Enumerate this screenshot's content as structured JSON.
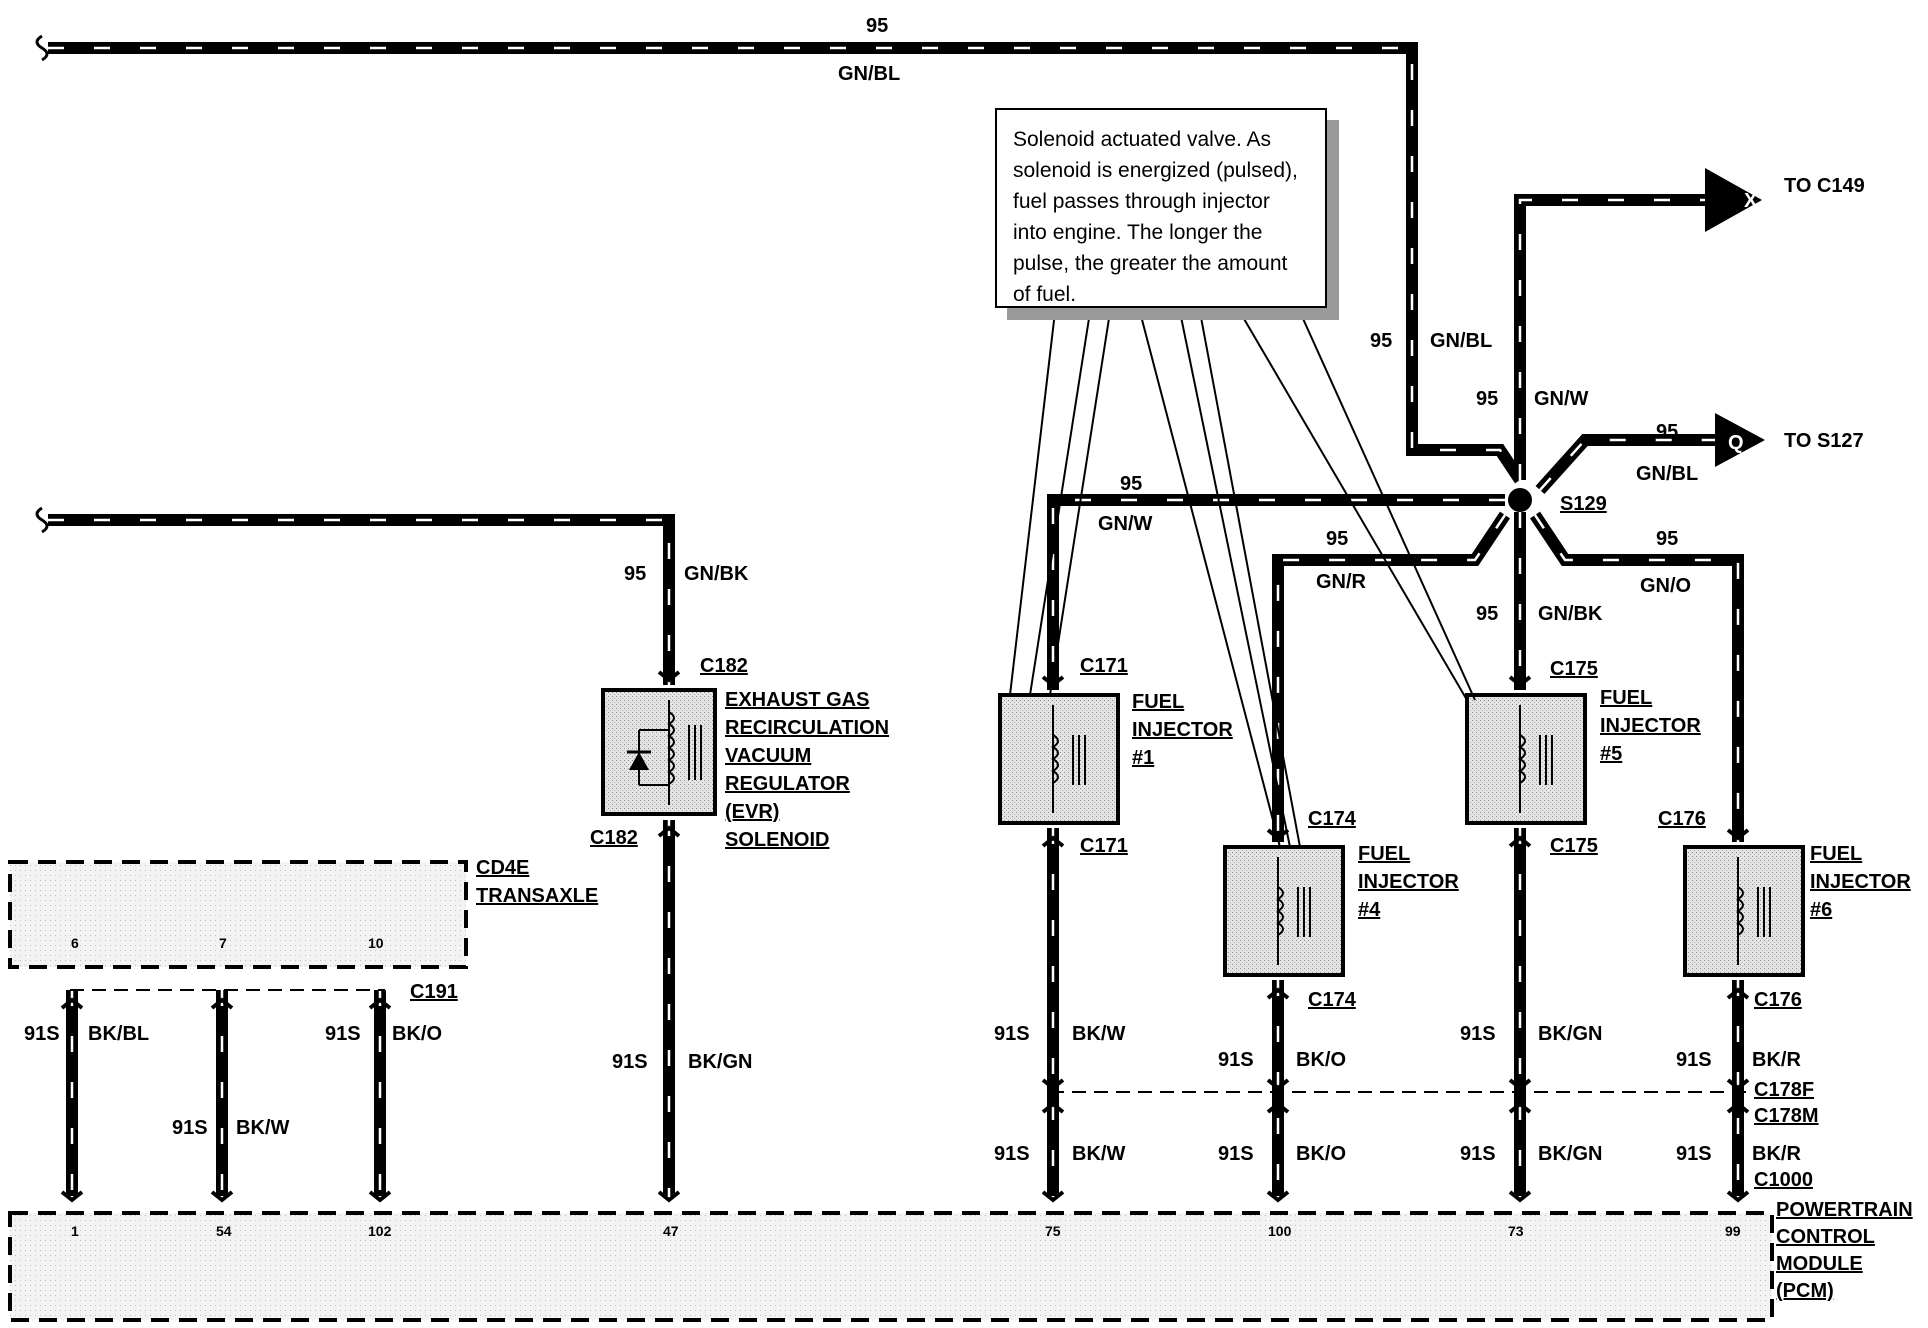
{
  "note": "Solenoid actuated valve. As solenoid is energized (pulsed), fuel passes through injector into engine. The longer the pulse, the greater the amount of fuel.",
  "labels": {
    "top_circuit": "95",
    "top_color": "GN/BL",
    "to_c149": "TO C149",
    "to_s127": "TO S127",
    "arrow_x": "X",
    "arrow_q": "Q",
    "s129": "S129",
    "w95": "95",
    "gnbl": "GN/BL",
    "gnw": "GN/W",
    "gnbk": "GN/BK",
    "gnr": "GN/R",
    "gno": "GN/O",
    "c182": "C182",
    "c171": "C171",
    "c174": "C174",
    "c175": "C175",
    "c176": "C176",
    "c191": "C191",
    "c178f": "C178F",
    "c178m": "C178M",
    "c1000": "C1000",
    "w91s": "91S",
    "bkbl": "BK/BL",
    "bkw": "BK/W",
    "bko": "BK/O",
    "bkgn": "BK/GN",
    "bkr": "BK/R"
  },
  "evr": {
    "line1": "EXHAUST GAS",
    "line2": "RECIRCULATION",
    "line3": "VACUUM",
    "line4": "REGULATOR",
    "line5": "(EVR)",
    "line6": "SOLENOID"
  },
  "injectors": {
    "fuel": "FUEL",
    "injector": "INJECTOR",
    "n1": "#1",
    "n4": "#4",
    "n5": "#5",
    "n6": "#6"
  },
  "transaxle": {
    "line1": "CD4E",
    "line2": "TRANSAXLE",
    "pins": [
      "6",
      "7",
      "10"
    ]
  },
  "pcm": {
    "line1": "POWERTRAIN",
    "line2": "CONTROL",
    "line3": "MODULE",
    "line4": "(PCM)",
    "pins": [
      "1",
      "54",
      "102",
      "47",
      "75",
      "100",
      "73",
      "99"
    ]
  }
}
